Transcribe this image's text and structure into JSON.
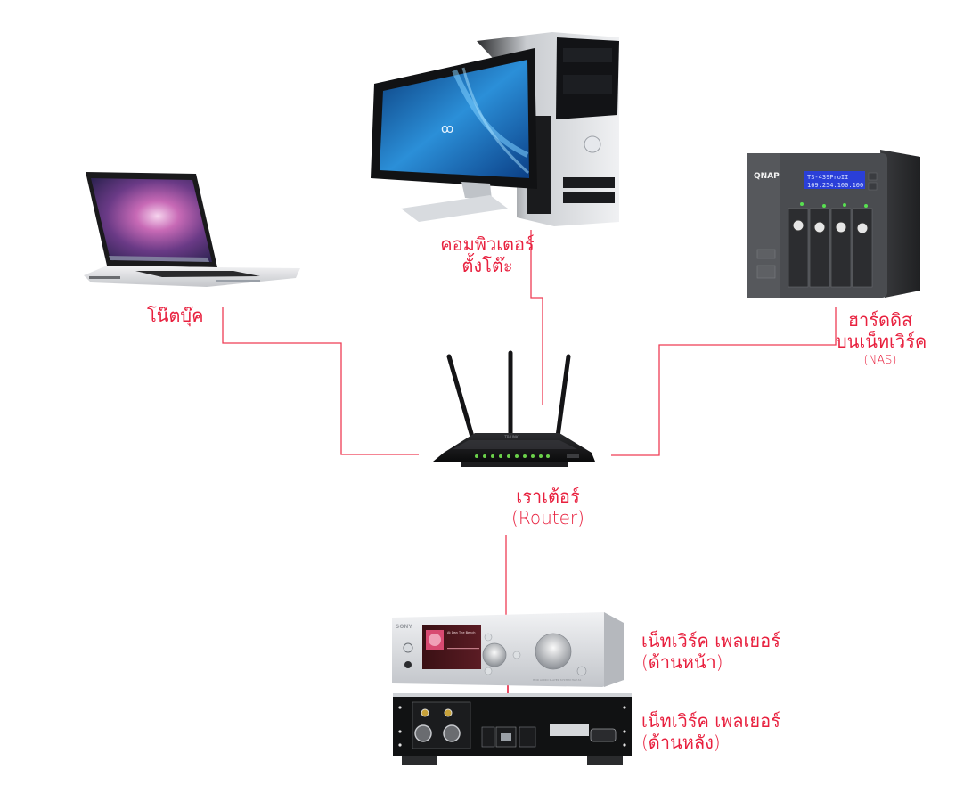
{
  "diagram": {
    "title": "Home network with network audio player",
    "accent_color": "#e8203e",
    "nodes": {
      "laptop": {
        "label": "โน๊ตบุ๊ค",
        "device": "laptop"
      },
      "desktop": {
        "label_line1": "คอมพิวเตอร์",
        "label_line2": "ตั้งโต๊ะ",
        "device": "desktop-computer"
      },
      "nas": {
        "label_line1": "ฮาร์ดดิส",
        "label_line2": "บนเน็ทเวิร์ค",
        "label_sub": "(NAS)",
        "device": "nas",
        "brand": "QNAP",
        "lcd_line1": "TS-439ProII",
        "lcd_line2": "169.254.100.100"
      },
      "router": {
        "label_line1": "เราเต้อร์",
        "label_line2": "(Router)",
        "device": "wireless-router",
        "brand": "TP-LINK"
      },
      "player_front": {
        "label_line1": "เน็ทเวิร์ค เพลเยอร์",
        "label_line2": "(ด้านหน้า)",
        "device": "network-audio-player-front",
        "brand": "SONY",
        "screen_title": "At Dan The Bench",
        "model_text": "HDD AUDIO PLAYER SYSTEM HAP-S1"
      },
      "player_rear": {
        "label_line1": "เน็ทเวิร์ค เพลเยอร์",
        "label_line2": "(ด้านหลัง)",
        "device": "network-audio-player-rear"
      }
    },
    "edges": [
      {
        "from": "laptop",
        "to": "router"
      },
      {
        "from": "desktop",
        "to": "router"
      },
      {
        "from": "nas",
        "to": "router"
      },
      {
        "from": "router",
        "to": "player_rear"
      }
    ]
  }
}
